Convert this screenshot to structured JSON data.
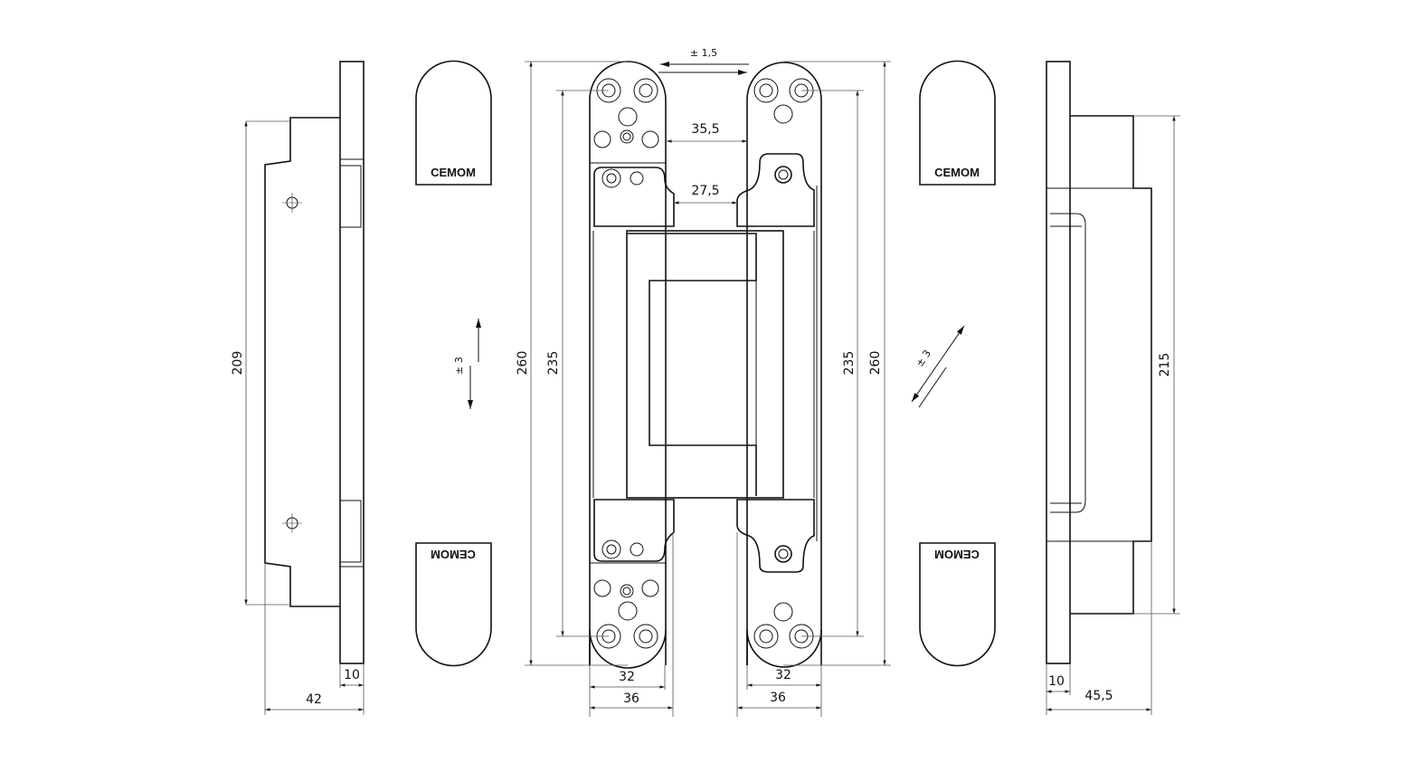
{
  "drawing": {
    "brand_logo": "CEMOM",
    "dimensions": {
      "lateral_adjust": "± 1,5",
      "gap_upper": "35,5",
      "gap_lower": "27,5",
      "left_profile_height": "209",
      "vertical_adjust": "± 3",
      "depth_adjust": "± 3",
      "total_height_left": "260",
      "hole_spacing_left": "235",
      "hole_spacing_right": "235",
      "total_height_right": "260",
      "right_profile_height": "215",
      "plate_thickness_left": "10",
      "left_profile_depth": "42",
      "leaf_width_inner_left": "32",
      "leaf_width_outer_left": "36",
      "leaf_width_inner_right": "32",
      "leaf_width_outer_right": "36",
      "plate_thickness_right": "10",
      "right_profile_depth": "45,5"
    }
  }
}
